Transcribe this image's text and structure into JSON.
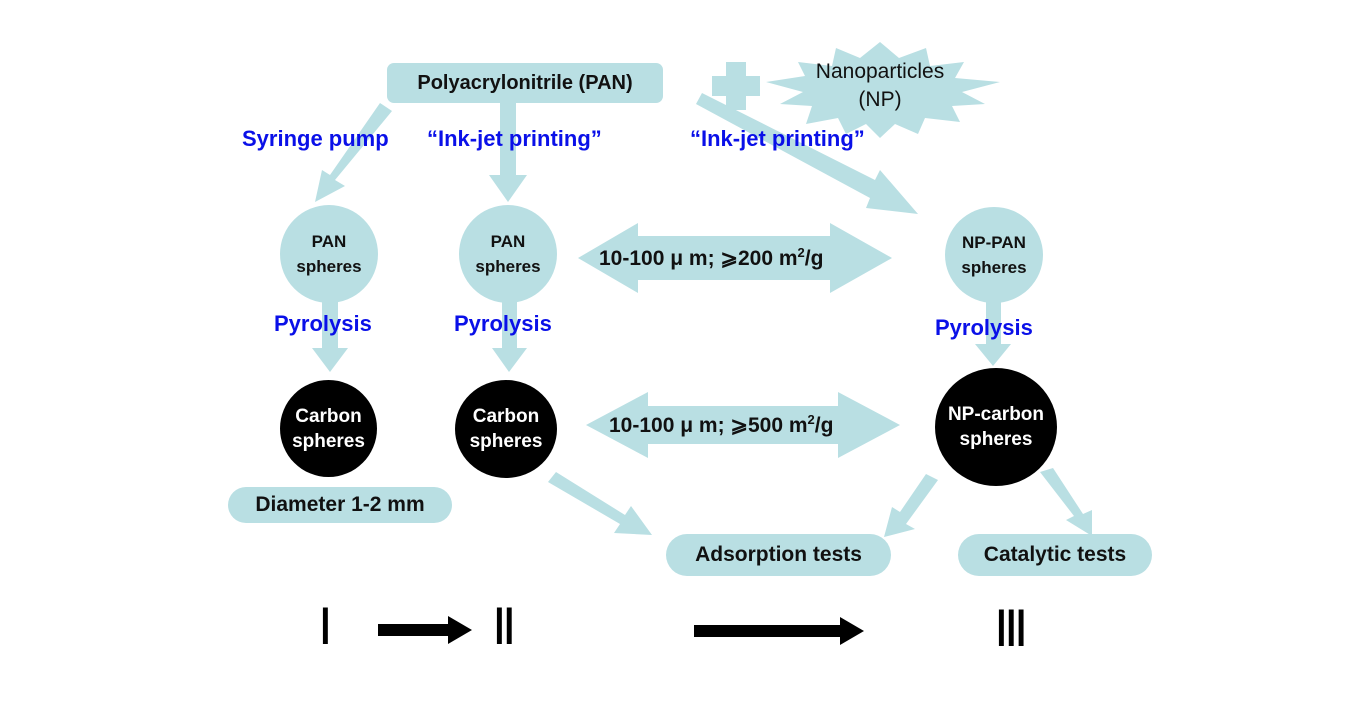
{
  "colors": {
    "shape_fill": "#b9dfe3",
    "method_text": "#0a10e8",
    "carbon_fill": "#000000"
  },
  "top": {
    "precursor": "Polyacrylonitrile (PAN)",
    "plus_icon": "plus-icon",
    "additive_line1": "Nanoparticles",
    "additive_line2": "(NP)"
  },
  "methods": {
    "route1": "Syringe pump",
    "route2": "“Ink-jet printing”",
    "route3": "“Ink-jet printing”"
  },
  "routes": [
    {
      "precursor_node": [
        "PAN",
        "spheres"
      ],
      "step": "Pyrolysis",
      "product_node": [
        "Carbon",
        "spheres"
      ],
      "note": "Diameter 1-2 mm"
    },
    {
      "precursor_node": [
        "PAN",
        "spheres"
      ],
      "step": "Pyrolysis",
      "product_node": [
        "Carbon",
        "spheres"
      ]
    },
    {
      "precursor_node": [
        "NP-PAN",
        "spheres"
      ],
      "step": "Pyrolysis",
      "product_node": [
        "NP-carbon",
        "spheres"
      ]
    }
  ],
  "comparisons": {
    "upper": {
      "text": "10-100 μ m; ⩾200 m",
      "sup": "2",
      "tail": "/g"
    },
    "lower": {
      "text": "10-100 μ m; ⩾500 m",
      "sup": "2",
      "tail": "/g"
    }
  },
  "tests": {
    "adsorption": "Adsorption tests",
    "catalytic": "Catalytic tests"
  },
  "generations": {
    "gen1": "Ⅰ",
    "gen2": "Ⅱ",
    "gen3": "Ⅲ"
  }
}
